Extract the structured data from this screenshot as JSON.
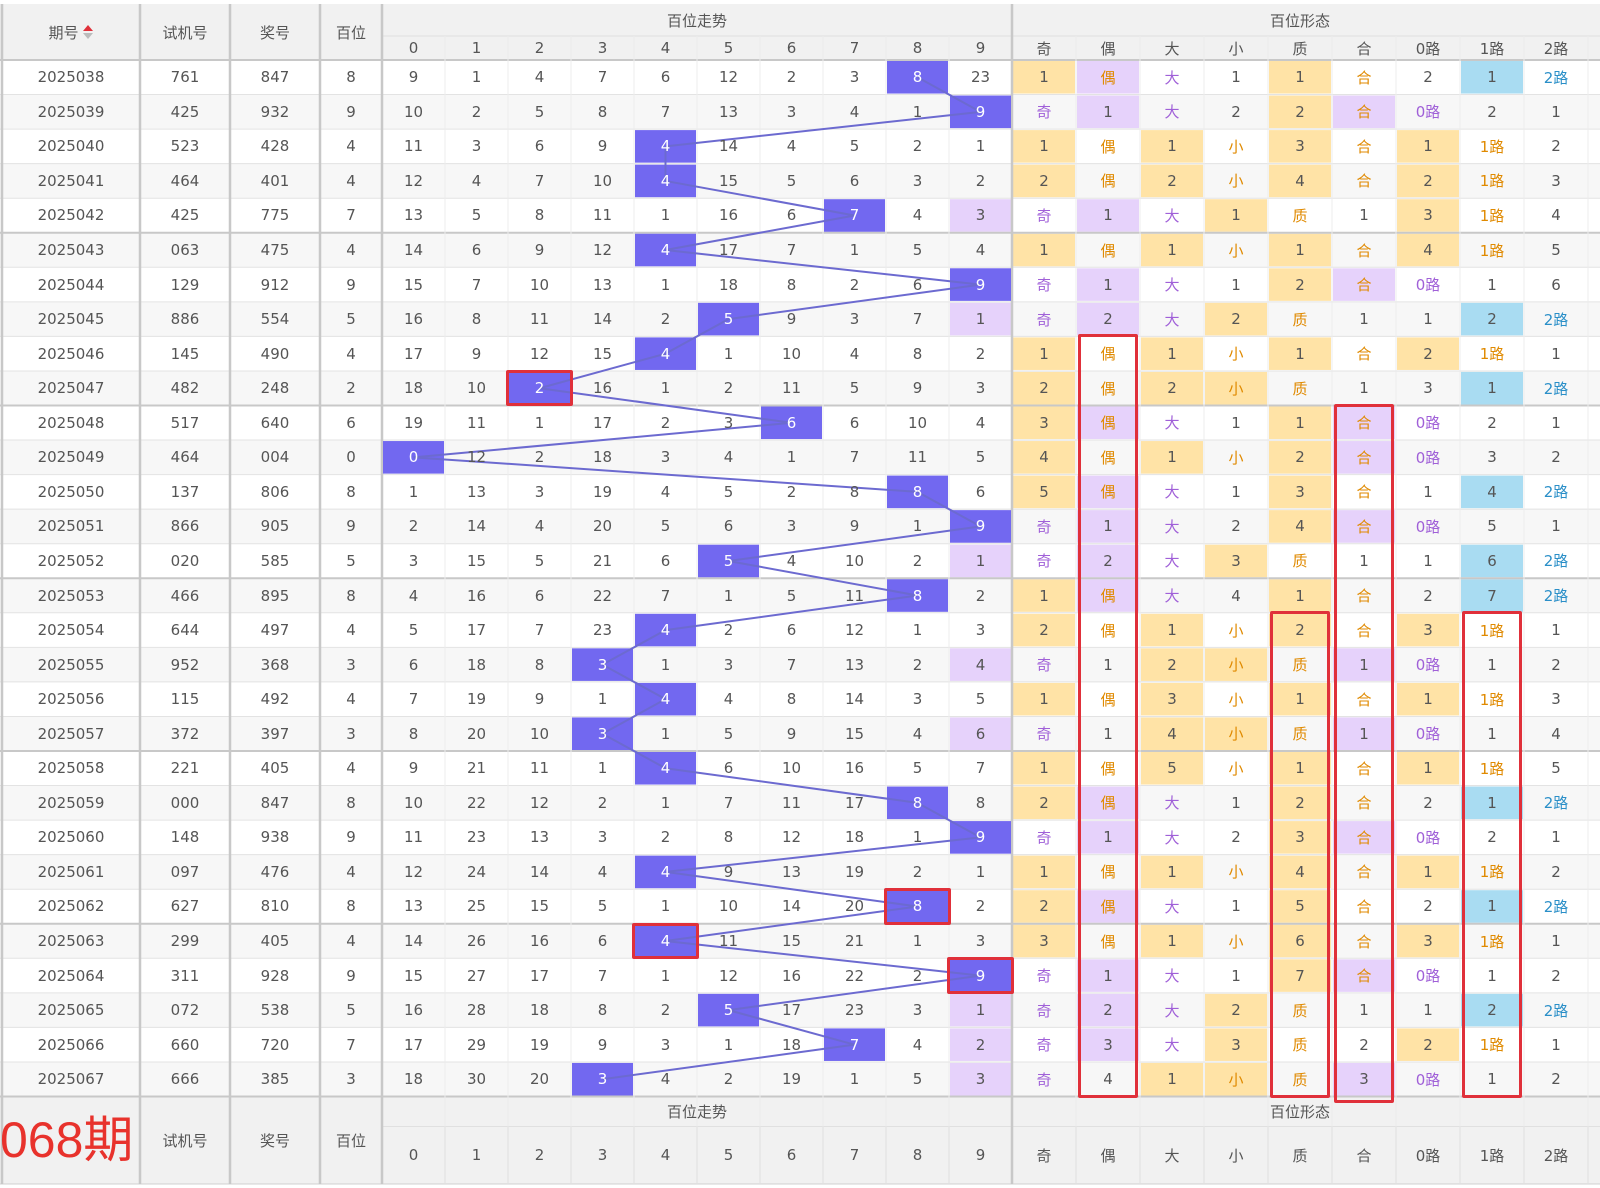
{
  "header": {
    "period": "期号",
    "sort_icon": "sort-arrows-icon",
    "test": "试机号",
    "prize": "奖号",
    "hundreds": "百位",
    "trend_group": "百位走势",
    "form_group": "百位形态",
    "digits": [
      "0",
      "1",
      "2",
      "3",
      "4",
      "5",
      "6",
      "7",
      "8",
      "9"
    ],
    "forms": [
      "奇",
      "偶",
      "大",
      "小",
      "质",
      "合",
      "0路",
      "1路",
      "2路"
    ]
  },
  "footer": {
    "label": "068期",
    "test": "试机号",
    "prize": "奖号",
    "hundreds": "百位",
    "trend_group": "百位走势",
    "form_group": "百位形态"
  },
  "colors": {
    "hit": "#7268f0",
    "purple_bg": "#e6d2fb",
    "purple_fg": "#a060d8",
    "orange_bg": "#ffe3a6",
    "orange_fg": "#e08a00",
    "blue_bg": "#a9dcf2",
    "blue_fg": "#2a8fc8",
    "highlight_border": "#e0303a"
  },
  "rows": [
    {
      "p": "2025038",
      "t": "761",
      "z": "847",
      "h": "8",
      "tr": [
        "9",
        "1",
        "4",
        "7",
        "6",
        "12",
        "2",
        "3",
        "8",
        "23"
      ],
      "f": [
        "1",
        "偶",
        "大",
        "1",
        "1",
        "合",
        "2",
        "1",
        "2路"
      ]
    },
    {
      "p": "2025039",
      "t": "425",
      "z": "932",
      "h": "9",
      "tr": [
        "10",
        "2",
        "5",
        "8",
        "7",
        "13",
        "3",
        "4",
        "1",
        "9"
      ],
      "f": [
        "奇",
        "1",
        "大",
        "2",
        "2",
        "合",
        "0路",
        "2",
        "1"
      ]
    },
    {
      "p": "2025040",
      "t": "523",
      "z": "428",
      "h": "4",
      "tr": [
        "11",
        "3",
        "6",
        "9",
        "4",
        "14",
        "4",
        "5",
        "2",
        "1"
      ],
      "f": [
        "1",
        "偶",
        "1",
        "小",
        "3",
        "合",
        "1",
        "1路",
        "2"
      ]
    },
    {
      "p": "2025041",
      "t": "464",
      "z": "401",
      "h": "4",
      "tr": [
        "12",
        "4",
        "7",
        "10",
        "4",
        "15",
        "5",
        "6",
        "3",
        "2"
      ],
      "f": [
        "2",
        "偶",
        "2",
        "小",
        "4",
        "合",
        "2",
        "1路",
        "3"
      ]
    },
    {
      "p": "2025042",
      "t": "425",
      "z": "775",
      "h": "7",
      "tr": [
        "13",
        "5",
        "8",
        "11",
        "1",
        "16",
        "6",
        "7",
        "4",
        "3"
      ],
      "f": [
        "奇",
        "1",
        "大",
        "1",
        "质",
        "1",
        "3",
        "1路",
        "4"
      ]
    },
    {
      "p": "2025043",
      "t": "063",
      "z": "475",
      "h": "4",
      "tr": [
        "14",
        "6",
        "9",
        "12",
        "4",
        "17",
        "7",
        "1",
        "5",
        "4"
      ],
      "f": [
        "1",
        "偶",
        "1",
        "小",
        "1",
        "合",
        "4",
        "1路",
        "5"
      ]
    },
    {
      "p": "2025044",
      "t": "129",
      "z": "912",
      "h": "9",
      "tr": [
        "15",
        "7",
        "10",
        "13",
        "1",
        "18",
        "8",
        "2",
        "6",
        "9"
      ],
      "f": [
        "奇",
        "1",
        "大",
        "1",
        "2",
        "合",
        "0路",
        "1",
        "6"
      ]
    },
    {
      "p": "2025045",
      "t": "886",
      "z": "554",
      "h": "5",
      "tr": [
        "16",
        "8",
        "11",
        "14",
        "2",
        "5",
        "9",
        "3",
        "7",
        "1"
      ],
      "f": [
        "奇",
        "2",
        "大",
        "2",
        "质",
        "1",
        "1",
        "2",
        "2路"
      ]
    },
    {
      "p": "2025046",
      "t": "145",
      "z": "490",
      "h": "4",
      "tr": [
        "17",
        "9",
        "12",
        "15",
        "4",
        "1",
        "10",
        "4",
        "8",
        "2"
      ],
      "f": [
        "1",
        "偶",
        "1",
        "小",
        "1",
        "合",
        "2",
        "1路",
        "1"
      ]
    },
    {
      "p": "2025047",
      "t": "482",
      "z": "248",
      "h": "2",
      "tr": [
        "18",
        "10",
        "2",
        "16",
        "1",
        "2",
        "11",
        "5",
        "9",
        "3"
      ],
      "f": [
        "2",
        "偶",
        "2",
        "小",
        "质",
        "1",
        "3",
        "1",
        "2路"
      ]
    },
    {
      "p": "2025048",
      "t": "517",
      "z": "640",
      "h": "6",
      "tr": [
        "19",
        "11",
        "1",
        "17",
        "2",
        "3",
        "6",
        "6",
        "10",
        "4"
      ],
      "f": [
        "3",
        "偶",
        "大",
        "1",
        "1",
        "合",
        "0路",
        "2",
        "1"
      ]
    },
    {
      "p": "2025049",
      "t": "464",
      "z": "004",
      "h": "0",
      "tr": [
        "0",
        "12",
        "2",
        "18",
        "3",
        "4",
        "1",
        "7",
        "11",
        "5"
      ],
      "f": [
        "4",
        "偶",
        "1",
        "小",
        "2",
        "合",
        "0路",
        "3",
        "2"
      ]
    },
    {
      "p": "2025050",
      "t": "137",
      "z": "806",
      "h": "8",
      "tr": [
        "1",
        "13",
        "3",
        "19",
        "4",
        "5",
        "2",
        "8",
        "8",
        "6"
      ],
      "f": [
        "5",
        "偶",
        "大",
        "1",
        "3",
        "合",
        "1",
        "4",
        "2路"
      ]
    },
    {
      "p": "2025051",
      "t": "866",
      "z": "905",
      "h": "9",
      "tr": [
        "2",
        "14",
        "4",
        "20",
        "5",
        "6",
        "3",
        "9",
        "1",
        "9"
      ],
      "f": [
        "奇",
        "1",
        "大",
        "2",
        "4",
        "合",
        "0路",
        "5",
        "1"
      ]
    },
    {
      "p": "2025052",
      "t": "020",
      "z": "585",
      "h": "5",
      "tr": [
        "3",
        "15",
        "5",
        "21",
        "6",
        "5",
        "4",
        "10",
        "2",
        "1"
      ],
      "f": [
        "奇",
        "2",
        "大",
        "3",
        "质",
        "1",
        "1",
        "6",
        "2路"
      ]
    },
    {
      "p": "2025053",
      "t": "466",
      "z": "895",
      "h": "8",
      "tr": [
        "4",
        "16",
        "6",
        "22",
        "7",
        "1",
        "5",
        "11",
        "8",
        "2"
      ],
      "f": [
        "1",
        "偶",
        "大",
        "4",
        "1",
        "合",
        "2",
        "7",
        "2路"
      ]
    },
    {
      "p": "2025054",
      "t": "644",
      "z": "497",
      "h": "4",
      "tr": [
        "5",
        "17",
        "7",
        "23",
        "4",
        "2",
        "6",
        "12",
        "1",
        "3"
      ],
      "f": [
        "2",
        "偶",
        "1",
        "小",
        "2",
        "合",
        "3",
        "1路",
        "1"
      ]
    },
    {
      "p": "2025055",
      "t": "952",
      "z": "368",
      "h": "3",
      "tr": [
        "6",
        "18",
        "8",
        "3",
        "1",
        "3",
        "7",
        "13",
        "2",
        "4"
      ],
      "f": [
        "奇",
        "1",
        "2",
        "小",
        "质",
        "1",
        "0路",
        "1",
        "2"
      ]
    },
    {
      "p": "2025056",
      "t": "115",
      "z": "492",
      "h": "4",
      "tr": [
        "7",
        "19",
        "9",
        "1",
        "4",
        "4",
        "8",
        "14",
        "3",
        "5"
      ],
      "f": [
        "1",
        "偶",
        "3",
        "小",
        "1",
        "合",
        "1",
        "1路",
        "3"
      ]
    },
    {
      "p": "2025057",
      "t": "372",
      "z": "397",
      "h": "3",
      "tr": [
        "8",
        "20",
        "10",
        "3",
        "1",
        "5",
        "9",
        "15",
        "4",
        "6"
      ],
      "f": [
        "奇",
        "1",
        "4",
        "小",
        "质",
        "1",
        "0路",
        "1",
        "4"
      ]
    },
    {
      "p": "2025058",
      "t": "221",
      "z": "405",
      "h": "4",
      "tr": [
        "9",
        "21",
        "11",
        "1",
        "4",
        "6",
        "10",
        "16",
        "5",
        "7"
      ],
      "f": [
        "1",
        "偶",
        "5",
        "小",
        "1",
        "合",
        "1",
        "1路",
        "5"
      ]
    },
    {
      "p": "2025059",
      "t": "000",
      "z": "847",
      "h": "8",
      "tr": [
        "10",
        "22",
        "12",
        "2",
        "1",
        "7",
        "11",
        "17",
        "8",
        "8"
      ],
      "f": [
        "2",
        "偶",
        "大",
        "1",
        "2",
        "合",
        "2",
        "1",
        "2路"
      ]
    },
    {
      "p": "2025060",
      "t": "148",
      "z": "938",
      "h": "9",
      "tr": [
        "11",
        "23",
        "13",
        "3",
        "2",
        "8",
        "12",
        "18",
        "1",
        "9"
      ],
      "f": [
        "奇",
        "1",
        "大",
        "2",
        "3",
        "合",
        "0路",
        "2",
        "1"
      ]
    },
    {
      "p": "2025061",
      "t": "097",
      "z": "476",
      "h": "4",
      "tr": [
        "12",
        "24",
        "14",
        "4",
        "4",
        "9",
        "13",
        "19",
        "2",
        "1"
      ],
      "f": [
        "1",
        "偶",
        "1",
        "小",
        "4",
        "合",
        "1",
        "1路",
        "2"
      ]
    },
    {
      "p": "2025062",
      "t": "627",
      "z": "810",
      "h": "8",
      "tr": [
        "13",
        "25",
        "15",
        "5",
        "1",
        "10",
        "14",
        "20",
        "8",
        "2"
      ],
      "f": [
        "2",
        "偶",
        "大",
        "1",
        "5",
        "合",
        "2",
        "1",
        "2路"
      ]
    },
    {
      "p": "2025063",
      "t": "299",
      "z": "405",
      "h": "4",
      "tr": [
        "14",
        "26",
        "16",
        "6",
        "4",
        "11",
        "15",
        "21",
        "1",
        "3"
      ],
      "f": [
        "3",
        "偶",
        "1",
        "小",
        "6",
        "合",
        "3",
        "1路",
        "1"
      ]
    },
    {
      "p": "2025064",
      "t": "311",
      "z": "928",
      "h": "9",
      "tr": [
        "15",
        "27",
        "17",
        "7",
        "1",
        "12",
        "16",
        "22",
        "2",
        "9"
      ],
      "f": [
        "奇",
        "1",
        "大",
        "1",
        "7",
        "合",
        "0路",
        "1",
        "2"
      ]
    },
    {
      "p": "2025065",
      "t": "072",
      "z": "538",
      "h": "5",
      "tr": [
        "16",
        "28",
        "18",
        "8",
        "2",
        "5",
        "17",
        "23",
        "3",
        "1"
      ],
      "f": [
        "奇",
        "2",
        "大",
        "2",
        "质",
        "1",
        "1",
        "2",
        "2路"
      ]
    },
    {
      "p": "2025066",
      "t": "660",
      "z": "720",
      "h": "7",
      "tr": [
        "17",
        "29",
        "19",
        "9",
        "3",
        "1",
        "18",
        "7",
        "4",
        "2"
      ],
      "f": [
        "奇",
        "3",
        "大",
        "3",
        "质",
        "2",
        "2",
        "1路",
        "1"
      ]
    },
    {
      "p": "2025067",
      "t": "666",
      "z": "385",
      "h": "3",
      "tr": [
        "18",
        "30",
        "20",
        "3",
        "4",
        "2",
        "19",
        "1",
        "5",
        "3"
      ],
      "f": [
        "奇",
        "4",
        "1",
        "小",
        "质",
        "3",
        "0路",
        "1",
        "2"
      ]
    }
  ]
}
